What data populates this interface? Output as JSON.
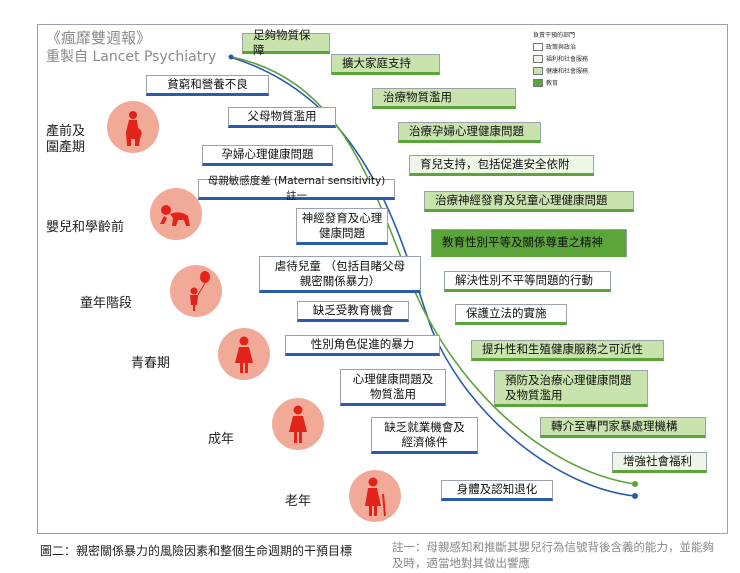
{
  "header": {
    "line1": "《瘋靡雙週報》",
    "line2": "重製自 Lancet Psychiatry"
  },
  "legend": {
    "title": "負責干預的部門",
    "items": [
      "政策與政治",
      "福利和社會服務",
      "健康和社會服務",
      "教育"
    ],
    "colors": [
      "#ffffff",
      "#eef6e6",
      "#c9e3ae",
      "#5aa43a"
    ]
  },
  "stages": [
    "產前及\n圍產期",
    "嬰兒和學齡前",
    "童年階段",
    "青春期",
    "成年",
    "老年"
  ],
  "stage_icons": [
    "pregnant-woman-icon",
    "crawling-baby-icon",
    "child-with-balloon-icon",
    "girl-icon",
    "woman-icon",
    "elderly-with-cane-icon"
  ],
  "risk_factors": [
    "貧窮和營養不良",
    "父母物質濫用",
    "孕婦心理健康問題",
    "母親敏感度差 (Maternal sensitivity)註一",
    "神經發育及心理\n健康問題",
    "虐待兒童 （包括目睹父母\n親密關係暴力）",
    "缺乏受教育機會",
    "性別角色促進的暴力",
    "心理健康問題及\n物質濫用",
    "缺乏就業機會及\n經濟條件",
    "身體及認知退化"
  ],
  "interventions": [
    "足夠物質保障",
    "擴大家庭支持",
    "治療物質濫用",
    "治療孕婦心理健康問題",
    "育兒支持，包括促進安全依附",
    "治療神經發育及兒童心理健康問題",
    "教育性別平等及關係尊重之精神",
    "解決性別不平等問題的行動",
    "保護立法的實施",
    "提升性和生殖健康服務之可近性",
    "預防及治療心理健康問題\n及物質濫用",
    "轉介至專門家暴處理機構",
    "增強社會福利"
  ],
  "colors": {
    "risk_curve": "#2a5caa",
    "intervention_curve": "#5aa43a",
    "icon_circle": "#f2aa98",
    "icon_figure": "#e2231a"
  },
  "caption": "圖二：親密關係暴力的風險因素和整個生命週期的干預目標",
  "footnote": "註一：母親感知和推斷其嬰兒行為信號背後含義的能力，並能夠及時，適當地對其做出響應"
}
